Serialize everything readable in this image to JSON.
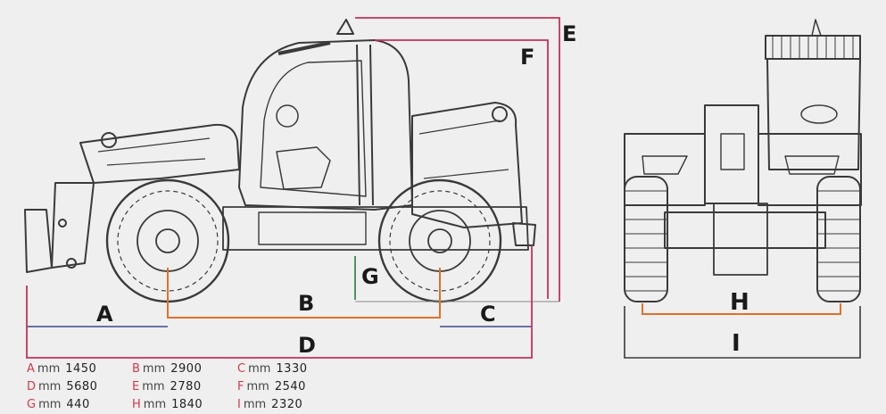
{
  "labels": {
    "A": "A",
    "B": "B",
    "C": "C",
    "D": "D",
    "E": "E",
    "F": "F",
    "G": "G",
    "H": "H",
    "I": "I"
  },
  "legend": [
    {
      "letter": "A",
      "unit": "mm",
      "value": "1450"
    },
    {
      "letter": "B",
      "unit": "mm",
      "value": "2900"
    },
    {
      "letter": "C",
      "unit": "mm",
      "value": "1330"
    },
    {
      "letter": "D",
      "unit": "mm",
      "value": "5680"
    },
    {
      "letter": "E",
      "unit": "mm",
      "value": "2780"
    },
    {
      "letter": "F",
      "unit": "mm",
      "value": "2540"
    },
    {
      "letter": "G",
      "unit": "mm",
      "value": "440"
    },
    {
      "letter": "H",
      "unit": "mm",
      "value": "1840"
    },
    {
      "letter": "I",
      "unit": "mm",
      "value": "2320"
    }
  ],
  "colors": {
    "outline": "#3a3a3a",
    "dim_pink": "#c8305a",
    "dim_orange": "#e0702a",
    "dim_blue": "#3a4a8a",
    "dim_green": "#3a8a4a",
    "dim_gray": "#8a8a8a"
  }
}
